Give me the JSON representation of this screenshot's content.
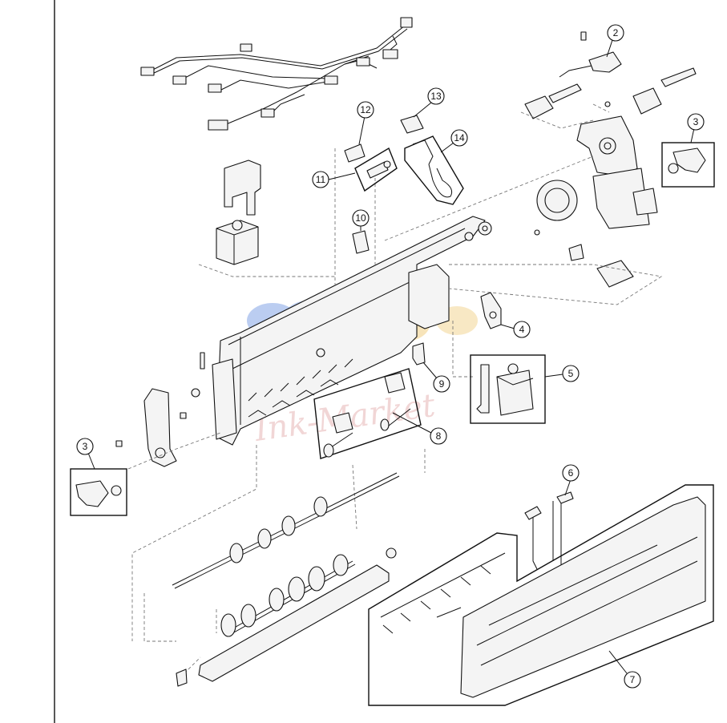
{
  "diagram": {
    "callouts": [
      "2",
      "3",
      "13",
      "12",
      "14",
      "11",
      "10",
      "4",
      "9",
      "5",
      "8",
      "3",
      "6",
      "7"
    ]
  },
  "watermark": {
    "text": "Ink-Market",
    "colors": [
      "#3b6fd6",
      "#e8b23a",
      "#d98484"
    ]
  }
}
